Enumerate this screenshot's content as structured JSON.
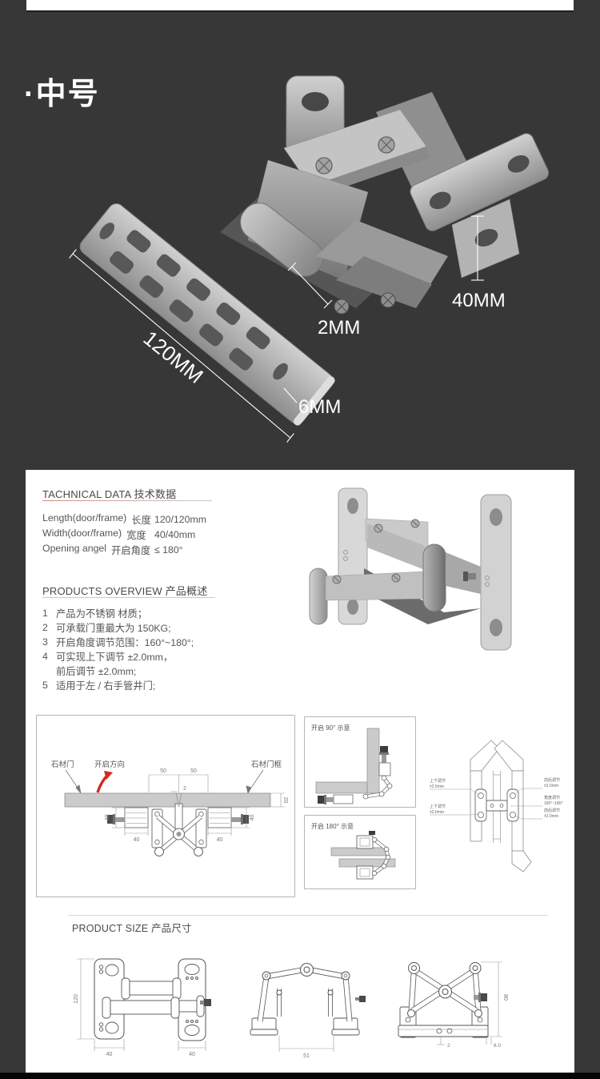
{
  "colors": {
    "page_bg": "#373737",
    "panel_bg": "#ffffff",
    "arrow_red": "#d6281c",
    "underline_accent": "#cf8d7f"
  },
  "hero": {
    "title": "·中号",
    "dim_length": "120MM",
    "dim_gap": "2MM",
    "dim_thickness": "6MM",
    "dim_plate_width": "40MM"
  },
  "tech": {
    "heading_en": "TACHNICAL DATA",
    "heading_cn": "技术数据",
    "rows": [
      {
        "en": "Length(door/frame)",
        "cn": "长度",
        "value": "120/120mm"
      },
      {
        "en": "Width(door/frame)",
        "cn": "宽度",
        "value": "40/40mm"
      },
      {
        "en": "Opening angel",
        "cn": "开启角度",
        "value": "≤ 180°"
      }
    ]
  },
  "overview": {
    "heading_en": "PRODUCTS OVERVIEW",
    "heading_cn": "产品概述",
    "items": [
      {
        "num": "1",
        "text": "产品为不锈钢 材质；"
      },
      {
        "num": "2",
        "text": "可承载门重最大为 150KG;"
      },
      {
        "num": "3",
        "text": "开启角度调节范围：160°~180°;"
      },
      {
        "num": "4",
        "text": "可实现上下调节 ±2.0mm，"
      },
      {
        "num": "",
        "text": "前后调节 ±2.0mm;"
      },
      {
        "num": "5",
        "text": "适用于左 / 右手管井门;"
      }
    ]
  },
  "install": {
    "label_door": "石材门",
    "label_direction": "开启方向",
    "label_frame": "石材门框",
    "dim_50_left": "50",
    "dim_50_right": "50",
    "dim_2": "2",
    "dim_20": "20",
    "dim_40_left_v": "40",
    "dim_40_right_v": "40",
    "dim_40_left_h": "40",
    "dim_40_right_h": "40"
  },
  "open90": {
    "title": "开启 90° 示意"
  },
  "open180": {
    "title": "开启 180° 示意"
  },
  "adjust": {
    "left": [
      {
        "line1": "上下调节",
        "line2": "±2.0mm"
      },
      {
        "line1": "上下调节",
        "line2": "±2.0mm"
      }
    ],
    "right": [
      {
        "line1": "前后调节",
        "line2": "±2.0mm"
      },
      {
        "line1": "角度调节",
        "line2": "160°~180°"
      },
      {
        "line1": "前后调节",
        "line2": "±2.0mm"
      }
    ]
  },
  "size": {
    "heading_en": "PRODUCT SIZE",
    "heading_cn": "产品尺寸",
    "front": {
      "height": "120",
      "w_left": "40",
      "w_right": "40"
    },
    "top": {
      "width": "51"
    },
    "side": {
      "height": "80",
      "gap": "2",
      "thickness": "6.0"
    }
  }
}
